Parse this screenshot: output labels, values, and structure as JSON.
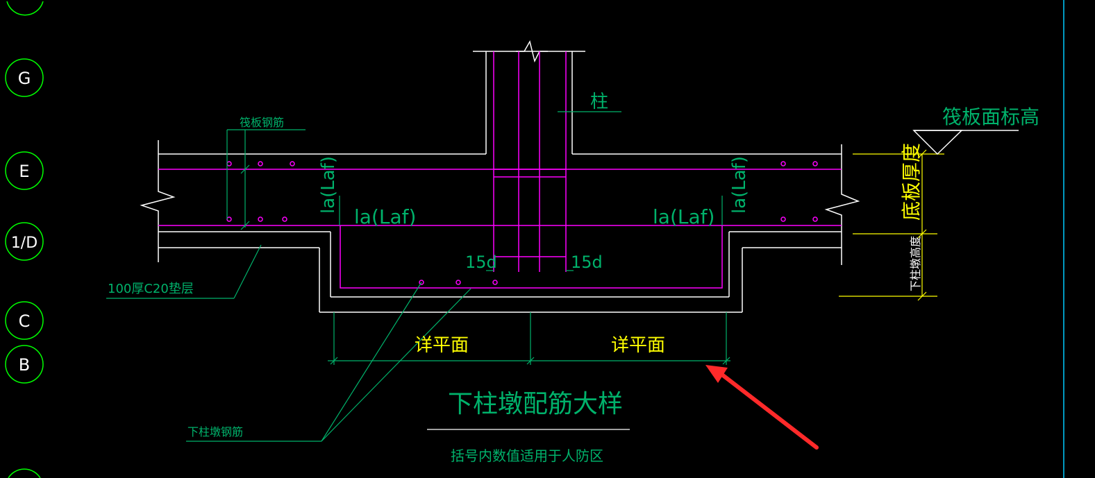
{
  "colors": {
    "background": "#000000",
    "outline": "#ffffff",
    "rebar": "#ff00ff",
    "annotation": "#00b26b",
    "dimension_text": "#ffff00",
    "dimension_line": "#ffff00",
    "grid_bubble": "#00ff00",
    "arrow": "#ff2a2a",
    "viewport_border": "#00ccff"
  },
  "grid_bubbles": [
    "G",
    "E",
    "1/D",
    "C",
    "B"
  ],
  "labels": {
    "column": "柱",
    "raft_rebar": "筏板钢筋",
    "raft_top_elevation": "筏板面标高",
    "bottom_slab_thickness": "底板厚度",
    "pier_height": "下柱墩高度",
    "cushion": "100厚C20垫层",
    "pier_rebar": "下柱墩钢筋",
    "anchor_v_left": "la(Laf)",
    "anchor_v_right": "la(Laf)",
    "anchor_h_left": "la(Laf)",
    "anchor_h_right": "la(Laf)",
    "hook_left": "15d",
    "hook_right": "15d",
    "see_plan_left": "详平面",
    "see_plan_right": "详平面",
    "title": "下柱墩配筋大样",
    "note": "括号内数值适用于人防区"
  }
}
